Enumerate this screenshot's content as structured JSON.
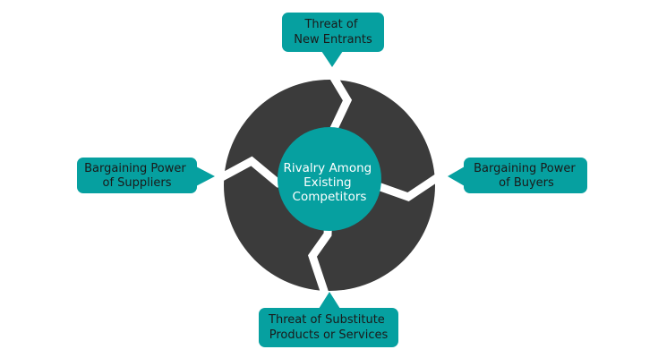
{
  "diagram": {
    "center": {
      "line1": "Rivalry Among",
      "line2": "Existing",
      "line3": "Competitors"
    },
    "top": {
      "line1": "Threat of",
      "line2": "New Entrants"
    },
    "right": {
      "line1": "Bargaining Power",
      "line2": "of Buyers"
    },
    "bottom": {
      "line1": "Threat of Substitute",
      "line2": "Products or Services"
    },
    "left": {
      "line1": "Bargaining Power",
      "line2": "of Suppliers"
    }
  },
  "colors": {
    "ring": "#3b3b3b",
    "teal": "#06a0a0",
    "background": "#ffffff"
  }
}
